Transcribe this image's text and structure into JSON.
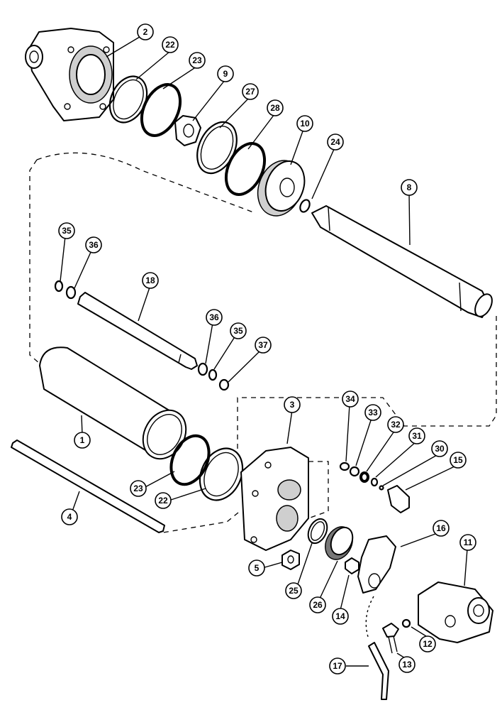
{
  "diagram": {
    "callouts": [
      {
        "label": "2"
      },
      {
        "label": "22"
      },
      {
        "label": "23"
      },
      {
        "label": "9"
      },
      {
        "label": "27"
      },
      {
        "label": "28"
      },
      {
        "label": "10"
      },
      {
        "label": "24"
      },
      {
        "label": "8"
      },
      {
        "label": "35"
      },
      {
        "label": "36"
      },
      {
        "label": "18"
      },
      {
        "label": "36"
      },
      {
        "label": "35"
      },
      {
        "label": "37"
      },
      {
        "label": "3"
      },
      {
        "label": "1"
      },
      {
        "label": "34"
      },
      {
        "label": "33"
      },
      {
        "label": "32"
      },
      {
        "label": "31"
      },
      {
        "label": "30"
      },
      {
        "label": "15"
      },
      {
        "label": "23"
      },
      {
        "label": "22"
      },
      {
        "label": "4"
      },
      {
        "label": "16"
      },
      {
        "label": "11"
      },
      {
        "label": "5"
      },
      {
        "label": "25"
      },
      {
        "label": "26"
      },
      {
        "label": "14"
      },
      {
        "label": "12"
      },
      {
        "label": "13"
      },
      {
        "label": "17"
      }
    ]
  }
}
